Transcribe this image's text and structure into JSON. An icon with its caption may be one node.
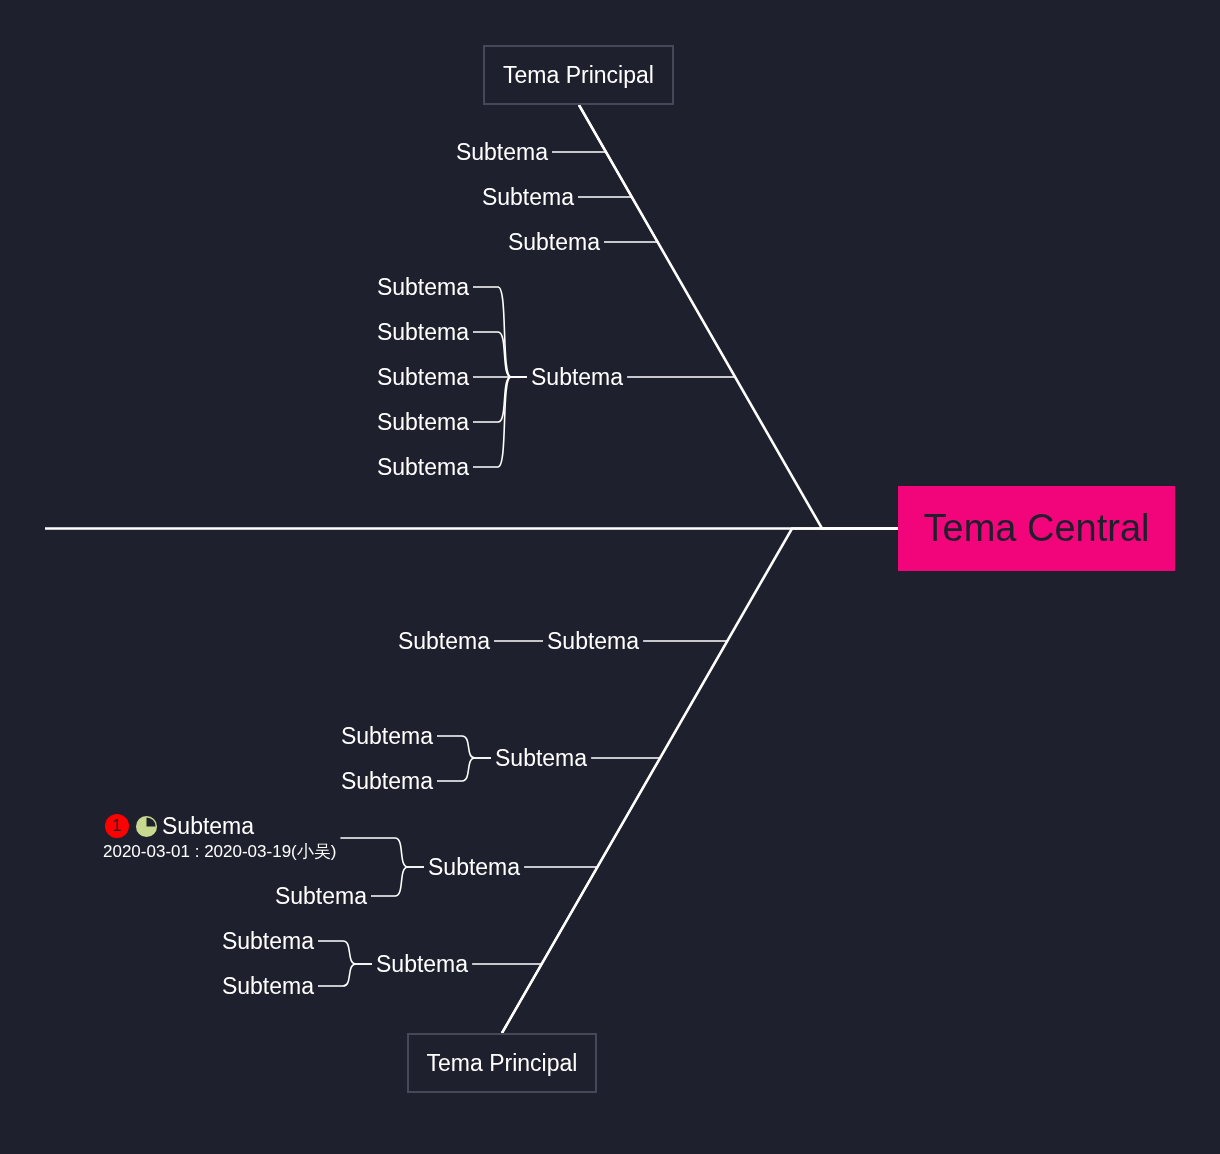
{
  "diagram": {
    "nodes": [
      {
        "text": [
          "Tema Central"
        ]
      },
      {
        "text": [
          "Tema Principal"
        ]
      },
      {
        "text": [
          "Subtema"
        ]
      },
      {
        "text": [
          "Subtema"
        ]
      },
      {
        "text": [
          "Subtema"
        ]
      },
      {
        "text": [
          "Subtema"
        ]
      },
      {
        "text": [
          "Subtema"
        ]
      },
      {
        "text": [
          "Subtema"
        ]
      },
      {
        "text": [
          "Subtema"
        ]
      },
      {
        "text": [
          "Subtema"
        ]
      },
      {
        "text": [
          "Subtema"
        ]
      },
      {
        "text": [
          "Tema Principal"
        ]
      },
      {
        "text": [
          "Subtema"
        ]
      },
      {
        "text": [
          "Subtema"
        ]
      },
      {
        "text": [
          "Subtema"
        ]
      },
      {
        "text": [
          "Subtema"
        ]
      },
      {
        "text": [
          "Subtema"
        ]
      },
      {
        "text": [
          "Subtema"
        ]
      },
      {
        "text": [
          "Subtema"
        ],
        "beside": [
          "2020-03-01 : 2020-03-19(小吴)"
        ]
      },
      {
        "text": [
          "Subtema"
        ]
      },
      {
        "text": [
          "Subtema"
        ]
      },
      {
        "text": [
          "Subtema"
        ]
      },
      {
        "text": [
          "Subtema"
        ]
      }
    ],
    "edges": [
      {
        "from": null,
        "to": 0,
        "arrow": "none"
      },
      {
        "from": 0,
        "to": 1,
        "arrow": "none"
      },
      {
        "from": 1,
        "to": 2,
        "arrow": "none"
      },
      {
        "from": 1,
        "to": 3,
        "arrow": "none"
      },
      {
        "from": 1,
        "to": 4,
        "arrow": "none"
      },
      {
        "from": 1,
        "to": 5,
        "arrow": "none"
      },
      {
        "from": 5,
        "to": 6,
        "arrow": "none"
      },
      {
        "from": 5,
        "to": 7,
        "arrow": "none"
      },
      {
        "from": 5,
        "to": 8,
        "arrow": "none"
      },
      {
        "from": 5,
        "to": 9,
        "arrow": "none"
      },
      {
        "from": 5,
        "to": 10,
        "arrow": "none"
      },
      {
        "from": 0,
        "to": 11,
        "arrow": "none"
      },
      {
        "from": 11,
        "to": 12,
        "arrow": "none"
      },
      {
        "from": 12,
        "to": 13,
        "arrow": "none"
      },
      {
        "from": 11,
        "to": 14,
        "arrow": "none"
      },
      {
        "from": 14,
        "to": 15,
        "arrow": "none"
      },
      {
        "from": 14,
        "to": 16,
        "arrow": "none"
      },
      {
        "from": 11,
        "to": 17,
        "arrow": "none"
      },
      {
        "from": 17,
        "to": 18,
        "arrow": "none"
      },
      {
        "from": 17,
        "to": 19,
        "arrow": "none"
      },
      {
        "from": 11,
        "to": 20,
        "arrow": "none"
      },
      {
        "from": 20,
        "to": 21,
        "arrow": "none"
      },
      {
        "from": 20,
        "to": 22,
        "arrow": "none"
      }
    ],
    "labels": [
      "1"
    ]
  }
}
